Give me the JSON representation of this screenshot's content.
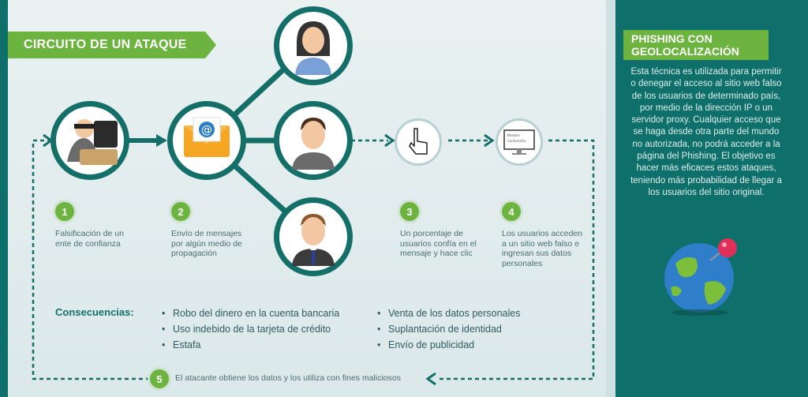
{
  "title": "CIRCUITO DE UN ATAQUE",
  "steps": [
    {
      "number": "1",
      "text": "Falsificación de un ente de confianza"
    },
    {
      "number": "2",
      "text": "Envío de mensajes por algún medio de propagación"
    },
    {
      "number": "3",
      "text": "Un porcentaje de usuarios confía en el mensaje y hace clic"
    },
    {
      "number": "4",
      "text": "Los usuarios acceden a un sitio web falso e ingresan sus datos personales"
    },
    {
      "number": "5",
      "text": "El atacante obtiene los datos y los utiliza con fines maliciosos"
    }
  ],
  "consequences": {
    "label": "Consecuencias:",
    "col1": [
      "Robo del dinero en la cuenta bancaria",
      "Uso indebido de la tarjeta de crédito",
      "Estafa"
    ],
    "col2": [
      "Venta de los datos personales",
      "Suplantación de identidad",
      "Envío de publicidad"
    ]
  },
  "sidebar": {
    "title_line1": "PHISHING CON",
    "title_line2": "GEOLOCALIZACIÓN",
    "body": "Esta técnica es utilizada para permitir o denegar el acceso al sitio web falso de los usuarios de determinado país, por medio de la dirección IP o un servidor proxy. Cualquier acceso que se haga desde otra parte del mundo no autorizada, no podrá acceder a la página del Phishing. El objetivo es hacer más eficaces estos ataques, teniendo más probabilidad de llegar a los usuarios del sitio original."
  },
  "screen_text": [
    "Nombre",
    "Contraseña"
  ],
  "icons": [
    "hacker-icon",
    "email-icon",
    "woman-user-icon",
    "man-user-icon",
    "businessman-user-icon",
    "hand-cursor-icon",
    "monitor-icon",
    "globe-icon",
    "map-pin-icon"
  ],
  "colors": {
    "teal": "#146f68",
    "green": "#6db33f",
    "background": "#e6eff0",
    "text": "#4c6e70"
  }
}
